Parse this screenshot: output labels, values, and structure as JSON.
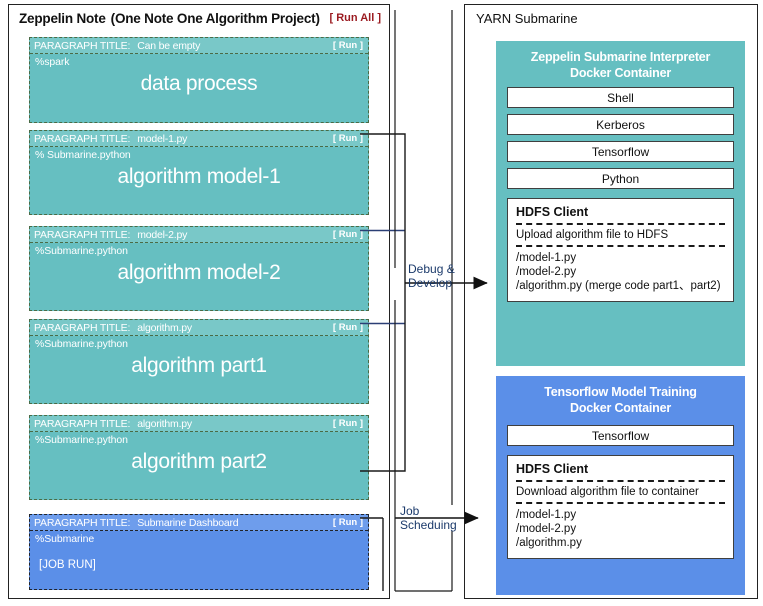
{
  "note": {
    "title": "Zeppelin Note",
    "subtitle": "(One Note One Algorithm Project)",
    "run_all_label": "[ Run All ]",
    "paragraph_title_label": "PARAGRAPH TITLE:",
    "run_label": "[ Run ]",
    "paragraphs": [
      {
        "name": "Can be empty",
        "interpreter": "%spark",
        "main": "data process",
        "color": "teal",
        "run_label": "[ Run ]"
      },
      {
        "name": "model-1.py",
        "interpreter": "% Submarine.python",
        "main": "algorithm model-1",
        "color": "teal",
        "run_label": "[ Run ]"
      },
      {
        "name": "model-2.py",
        "interpreter": "%Submarine.python",
        "main": "algorithm model-2",
        "color": "teal",
        "run_label": "[ Run ]"
      },
      {
        "name": "algorithm.py",
        "interpreter": "%Submarine.python",
        "main": "algorithm part1",
        "color": "teal",
        "run_label": "[ Run ]"
      },
      {
        "name": "algorithm.py",
        "interpreter": "%Submarine.python",
        "main": "algorithm part2",
        "color": "teal",
        "run_label": "[ Run ]"
      },
      {
        "name": "Submarine Dashboard",
        "interpreter": "%Submarine",
        "main": "[JOB RUN]",
        "color": "blue",
        "run_label": "[ Run ]"
      }
    ]
  },
  "yarn": {
    "title": "YARN Submarine",
    "containers": [
      {
        "title_line1": "Zeppelin Submarine Interpreter",
        "title_line2": "Docker Container",
        "color": "teal",
        "services": [
          "Shell",
          "Kerberos",
          "Tensorflow",
          "Python"
        ],
        "hdfs": {
          "title": "HDFS Client",
          "description": "Upload algorithm file to HDFS",
          "files": [
            "/model-1.py",
            "/model-2.py",
            "/algorithm.py (merge code part1、part2)"
          ]
        }
      },
      {
        "title_line1": "Tensorflow Model Training",
        "title_line2": "Docker Container",
        "color": "blue",
        "services": [
          "Tensorflow"
        ],
        "hdfs": {
          "title": "HDFS Client",
          "description": "Download algorithm file to container",
          "files": [
            "/model-1.py",
            "/model-2.py",
            "/algorithm.py"
          ]
        }
      }
    ]
  },
  "connectors": {
    "debug_label_line1": "Debug &",
    "debug_label_line2": "Develop",
    "job_label_line1": "Job",
    "job_label_line2": "Scheduing"
  },
  "colors": {
    "teal": "#66bfc1",
    "blue": "#5b8fe8",
    "run_all_red": "#9b1b21",
    "connector_blue": "#1b3a6b",
    "border_dark": "#222222"
  }
}
